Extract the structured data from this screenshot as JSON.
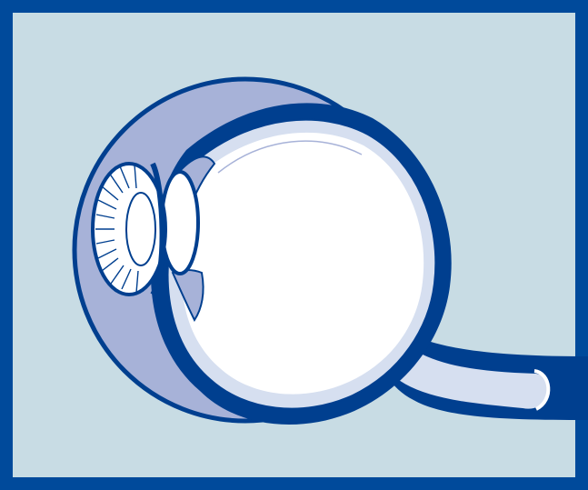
{
  "colors": {
    "border": "#004a9b",
    "panel": "#c8dce4",
    "orbit": "#a7b2d8",
    "outline": "#003f8f",
    "white": "#ffffff",
    "inner_lining": "#d6dff0"
  },
  "figure": {
    "subject": "eye-cross-section",
    "parts": [
      "orbit",
      "cornea",
      "iris",
      "lens",
      "sclera",
      "retina",
      "vitreous-body",
      "optic-nerve"
    ]
  }
}
